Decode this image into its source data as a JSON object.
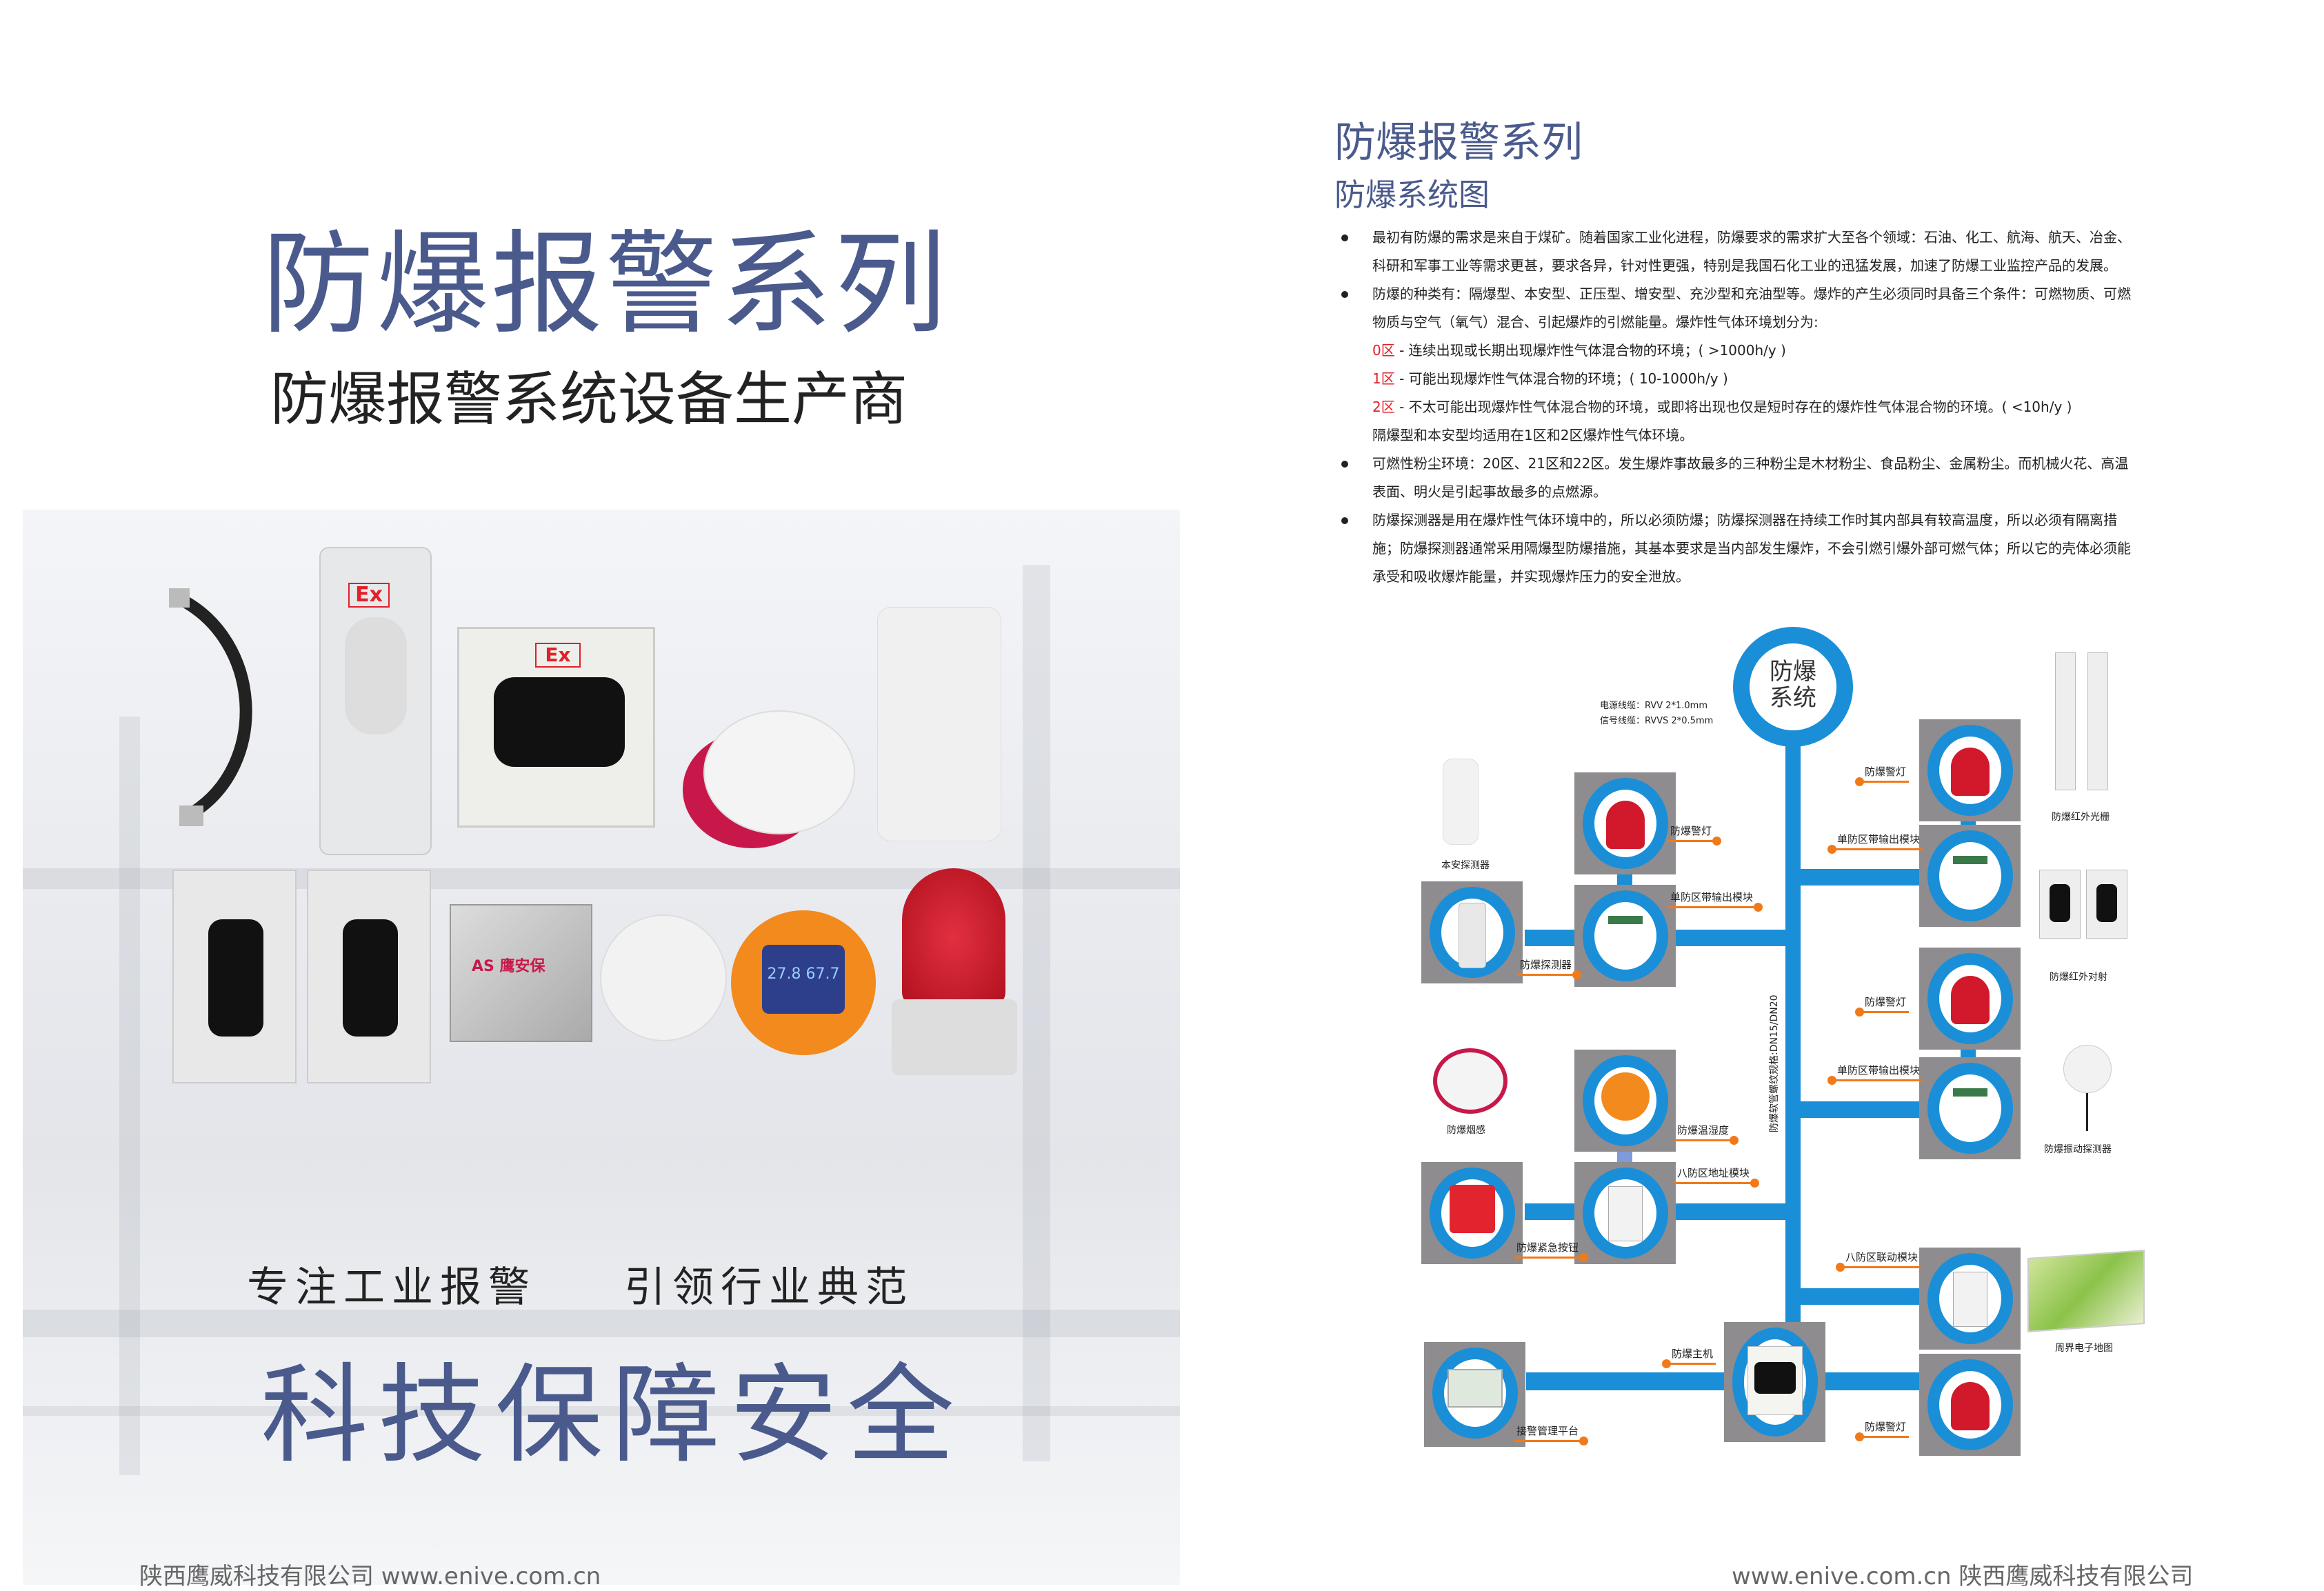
{
  "cover": {
    "title": "防爆报警系列",
    "subtitle": "防爆报警系统设备生产商",
    "slogan_left": "专注工业报警",
    "slogan_right": "引领行业典范",
    "main_slogan": "科技保障安全",
    "footer": "陕西鹰威科技有限公司  www.enive.com.cn",
    "product_marks": {
      "ex": "Ex",
      "brand": "AS 鹰安保",
      "display": "27.8 67.7"
    }
  },
  "right_page": {
    "title": "防爆报警系列",
    "subtitle": "防爆系统图",
    "paragraphs": [
      "最初有防爆的需求是来自于煤矿。随着国家工业化进程，防爆要求的需求扩大至各个领域：石油、化工、航海、航天、冶金、科研和军事工业等需求更甚，要求各异，针对性更强，特别是我国石化工业的迅猛发展，加速了防爆工业监控产品的发展。",
      "防爆的种类有：隔爆型、本安型、正压型、增安型、充沙型和充油型等。爆炸的产生必须同时具备三个条件：可燃物质、可燃物质与空气（氧气）混合、引起爆炸的引燃能量。爆炸性气体环境划分为:"
    ],
    "zones": [
      {
        "zone": "0区",
        "text": " - 连续出现或长期出现爆炸性气体混合物的环境；( >1000h/y )"
      },
      {
        "zone": "1区",
        "text": " - 可能出现爆炸性气体混合物的环境；( 10-1000h/y )"
      },
      {
        "zone": "2区",
        "text": " - 不太可能出现爆炸性气体混合物的环境，或即将出现也仅是短时存在的爆炸性气体混合物的环境。( <10h/y )"
      }
    ],
    "zone_note": "隔爆型和本安型均适用在1区和2区爆炸性气体环境。",
    "paragraphs2": [
      "可燃性粉尘环境：20区、21区和22区。发生爆炸事故最多的三种粉尘是木材粉尘、食品粉尘、金属粉尘。而机械火花、高温表面、明火是引起事故最多的点燃源。",
      "防爆探测器是用在爆炸性气体环境中的，所以必须防爆；防爆探测器在持续工作时其内部具有较高温度，所以必须有隔离措施；防爆探测器通常采用隔爆型防爆措施，其基本要求是当内部发生爆炸，不会引燃引爆外部可燃气体；所以它的壳体必须能承受和吸收爆炸能量，并实现爆炸压力的安全泄放。"
    ],
    "footer": "www.enive.com.cn  陕西鹰威科技有限公司"
  },
  "diagram": {
    "center": "防爆\n系统",
    "center_l1": "防爆",
    "center_l2": "系统",
    "cable_power": "电源线缆：RVV 2*1.0mm",
    "cable_signal": "信号线缆：RVVS 2*0.5mm",
    "hose_spec": "防爆软管螺纹规格:DN15/DN20",
    "labels": {
      "warn_l": "防爆警灯",
      "module_l": "单防区带输出模块",
      "detector": "防爆探测器",
      "temp": "防爆温湿度",
      "addr_module": "八防区地址模块",
      "button": "防爆紧急按钮",
      "warn_r1": "防爆警灯",
      "module_r1": "单防区带输出模块",
      "warn_r2": "防爆警灯",
      "module_r2": "单防区带输出模块",
      "linkage": "八防区联动模块",
      "host": "防爆主机",
      "warn_r3": "防爆警灯",
      "platform": "接警管理平台"
    },
    "captions": {
      "intrinsic": "本安探测器",
      "smoke": "防爆烟感",
      "grating": "防爆红外光栅",
      "beam": "防爆红外对射",
      "vibration": "防爆振动探测器",
      "map": "周界电子地图"
    }
  },
  "colors": {
    "brand": "#4a5a8c",
    "pipe": "#1a8fd8",
    "callout": "#f07a1a",
    "zone": "#e0202a"
  }
}
